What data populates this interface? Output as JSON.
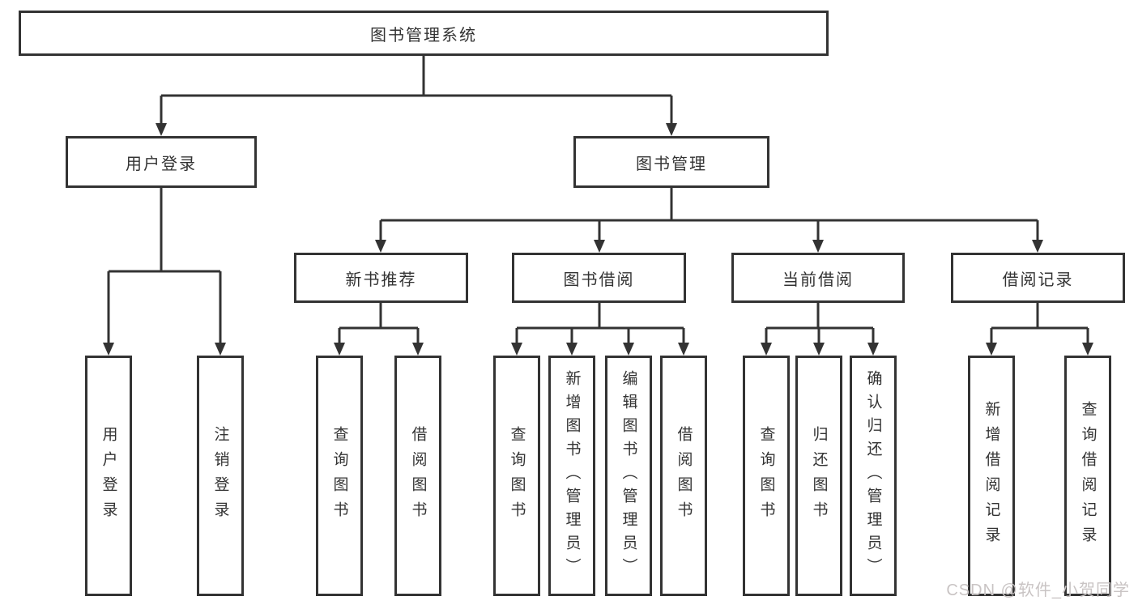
{
  "colors": {
    "line": "#333333",
    "box_border": "#333333",
    "text": "#333333",
    "background": "#ffffff",
    "watermark_text": "#c9c4c4"
  },
  "watermark": "CSDN @软件_小贺同学",
  "diagram": {
    "root": {
      "label": "图书管理系统"
    },
    "level2": [
      {
        "label": "用户登录",
        "parent": "图书管理系统"
      },
      {
        "label": "图书管理",
        "parent": "图书管理系统"
      }
    ],
    "level3": [
      {
        "label": "新书推荐",
        "parent": "图书管理"
      },
      {
        "label": "图书借阅",
        "parent": "图书管理"
      },
      {
        "label": "当前借阅",
        "parent": "图书管理"
      },
      {
        "label": "借阅记录",
        "parent": "图书管理"
      }
    ],
    "leaves": [
      {
        "label": "用户登录",
        "parent": "用户登录"
      },
      {
        "label": "注销登录",
        "parent": "用户登录"
      },
      {
        "label": "查询图书",
        "parent": "新书推荐"
      },
      {
        "label": "借阅图书",
        "parent": "新书推荐"
      },
      {
        "label": "查询图书",
        "parent": "图书借阅"
      },
      {
        "label": "新增图书（管理员）",
        "parent": "图书借阅"
      },
      {
        "label": "编辑图书（管理员）",
        "parent": "图书借阅"
      },
      {
        "label": "借阅图书",
        "parent": "图书借阅"
      },
      {
        "label": "查询图书",
        "parent": "当前借阅"
      },
      {
        "label": "归还图书",
        "parent": "当前借阅"
      },
      {
        "label": "确认归还（管理员）",
        "parent": "当前借阅"
      },
      {
        "label": "新增借阅记录",
        "parent": "借阅记录"
      },
      {
        "label": "查询借阅记录",
        "parent": "借阅记录"
      }
    ]
  }
}
